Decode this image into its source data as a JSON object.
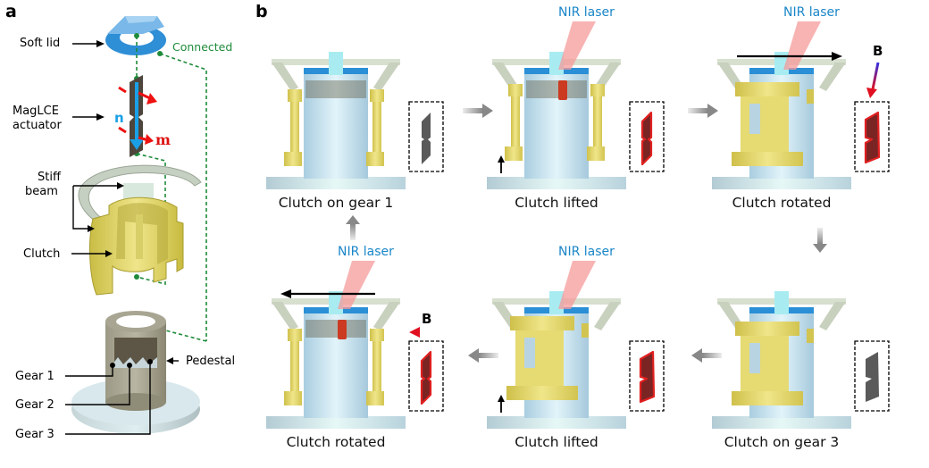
{
  "panel_a": {
    "letter": "a",
    "labels": {
      "soft_lid": "Soft lid",
      "connected": "Connected",
      "maglce_line1": "MagLCE",
      "maglce_line2": "actuator",
      "n": "n",
      "m": "m",
      "stiff_line1": "Stiff",
      "stiff_line2": "beam",
      "clutch": "Clutch",
      "pedestal": "Pedestal",
      "gear1": "Gear 1",
      "gear2": "Gear 2",
      "gear3": "Gear 3"
    }
  },
  "panel_b": {
    "letter": "b",
    "laser_label": "NIR laser",
    "field_label": "B",
    "steps": [
      {
        "caption": "Clutch on gear 1",
        "laser": false,
        "actuator_state": "relaxed"
      },
      {
        "caption": "Clutch lifted",
        "laser": true,
        "actuator_state": "heated"
      },
      {
        "caption": "Clutch rotated",
        "laser": true,
        "actuator_state": "heated-tilted",
        "field_direction": "down"
      },
      {
        "caption": "Clutch on gear 3",
        "laser": false,
        "actuator_state": "relaxed-tilted"
      },
      {
        "caption": "Clutch lifted",
        "laser": true,
        "actuator_state": "heated-tilted"
      },
      {
        "caption": "Clutch rotated",
        "laser": true,
        "actuator_state": "heated",
        "field_direction": "left"
      }
    ]
  },
  "colors": {
    "clutch_yellow": "#e4d86a",
    "pedestal_blue": "#c9e2ee",
    "lid_blue": "#2b8fd8",
    "laser_pink": "#f5a0a0",
    "heated_red": "#c81e1e",
    "connected_green": "#1e8b3a",
    "arrow_gray": "#8a8a8a"
  }
}
